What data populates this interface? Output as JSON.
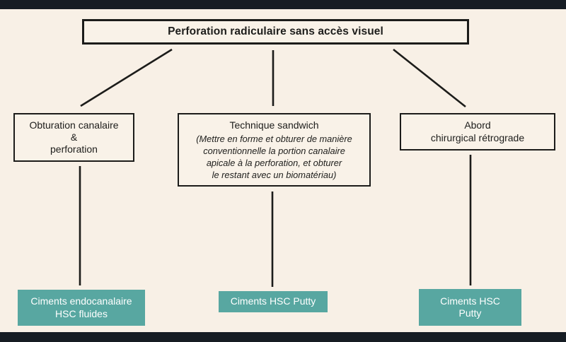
{
  "colors": {
    "background": "#f8f0e6",
    "letterbox_bar": "#161c23",
    "box_border": "#1c1c1a",
    "box_fill": "#f9f2e8",
    "connector_line": "#1c1c1a",
    "outcome_fill": "#58a7a1",
    "outcome_text": "#ffffff",
    "text": "#1d1d1b"
  },
  "root": {
    "label": "Perforation radiculaire sans accès visuel"
  },
  "branches": [
    {
      "box": {
        "label": "Obturation canalaire\n&\nperforation"
      },
      "outcome": {
        "label": "Ciments endocanalaire\nHSC fluides"
      }
    },
    {
      "box": {
        "title": "Technique sandwich",
        "note": "(Mettre en forme et obturer de manière\nconventionnelle la portion canalaire\napicale à la perforation, et obturer\nle restant avec un biomatériau)"
      },
      "outcome": {
        "label": "Ciments HSC Putty"
      }
    },
    {
      "box": {
        "label": "Abord\nchirurgical rétrograde"
      },
      "outcome": {
        "label": "Ciments HSC\nPutty"
      }
    }
  ]
}
